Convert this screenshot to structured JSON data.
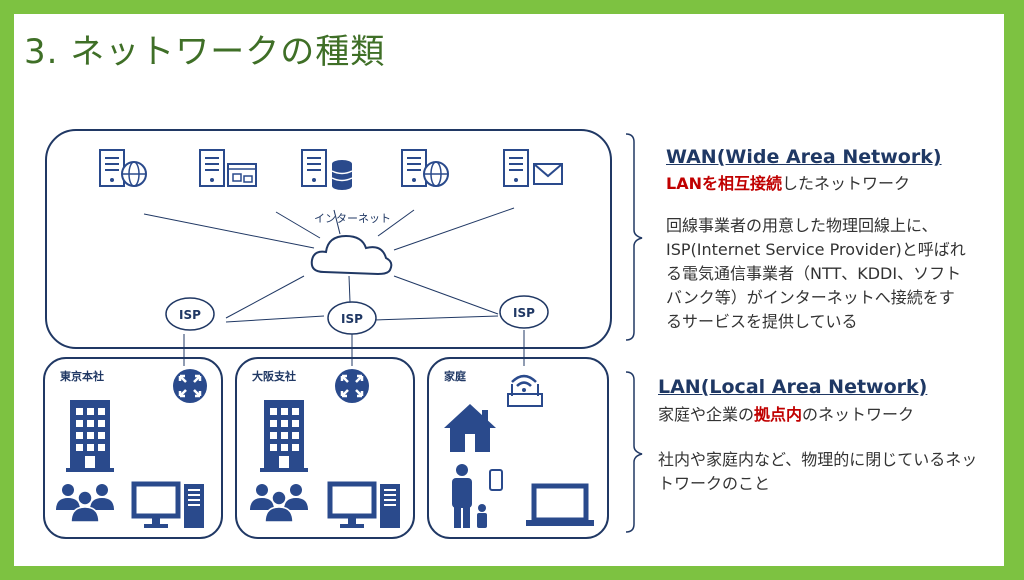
{
  "title": "3.  ネットワークの種類",
  "diagram": {
    "internet_label": "インターネット",
    "isp_label": "ISP",
    "sites": [
      {
        "label": "東京本社"
      },
      {
        "label": "大阪支社"
      },
      {
        "label": "家庭"
      }
    ],
    "colors": {
      "primary": "#2a4a8c",
      "frame": "#203864",
      "accent_red": "#c00000",
      "border_green": "#7dc241"
    }
  },
  "wan": {
    "title": "WAN(Wide Area Network)",
    "subtitle_highlight": "LANを相互接続",
    "subtitle_rest": "したネットワーク",
    "description": "回線事業者の用意した物理回線上に、ISP(Internet Service Provider)と呼ばれる電気通信事業者（NTT、KDDI、ソフトバンク等）がインターネットへ接続をするサービスを提供している"
  },
  "lan": {
    "title": "LAN(Local Area Network)",
    "subtitle_pre": "家庭や企業の",
    "subtitle_highlight": "拠点内",
    "subtitle_post": "のネットワーク",
    "description": "社内や家庭内など、物理的に閉じているネットワークのこと"
  }
}
